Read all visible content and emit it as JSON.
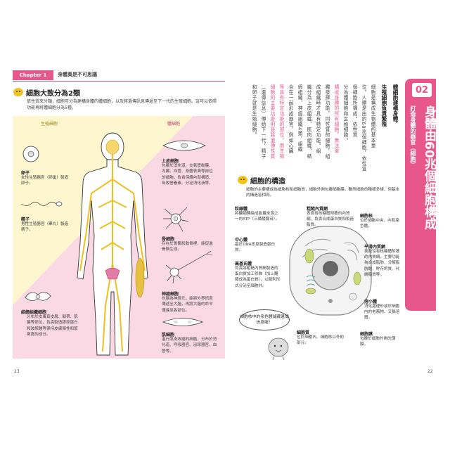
{
  "left_page": {
    "chapter_tab": "Chapter 1",
    "chapter_title": "身體真是不可思議",
    "section_title": "細胞大致分為2類",
    "intro": "依性質來分類，細胞可分為建構身體的體細胞，以及將遺傳訊息傳遞至下一代的生殖細胞。這可以依照功能再將體細胞分為5種。",
    "col_germ": "生殖細胞",
    "col_somatic": "體細胞",
    "labels": {
      "egg": "卵子",
      "egg_desc": "女性生殖器官（卵巢）製造卵子。",
      "sperm": "精子",
      "sperm_desc": "男性生殖器官（睪丸）製造精子。",
      "epithelial": "上皮細胞",
      "epithelial_desc": "包覆於消化道、支氣管黏膜、內臟、血管、身體表面等部位的細胞，負責保護內部構造、吸收營養素、分泌消化液等。",
      "bone": "骨細胞",
      "bone_desc": "存在於骨骼和軟骨裡，能促進骨骼生成。",
      "nerve": "神經細胞",
      "nerve_desc": "也稱為神經元，能將外界訊息傳遞至大腦，再將大腦的命令傳達至各部位。",
      "connective": "結締組織細胞",
      "connective_desc": "分布於皮膚真皮層、韌帶、肌腱等部位，負責製造膠原蛋白和玻尿酸等保持皮膚彈性和緊緻度的成分。",
      "muscle": "肌細胞",
      "muscle_desc": "進行肌肉收縮的細胞，分布於消化道、呼吸器官、泌尿器官、血管等。"
    },
    "page_number": "23"
  },
  "right_page": {
    "number": "02",
    "subtitle": "打造身體的器官（細胞）",
    "title": "身體由60兆個細胞構成",
    "vertical_heading_1": "體細胞建構身體，",
    "vertical_heading_2": "生殖細胞負責繁殖",
    "vertical_lines": [
      "細胞是構成生物體的基本單",
      "位。人體是由約60兆個細胞，依性質",
      "個細胞所構成。依性質",
      "分為體細胞和生殖細胞。",
      "構成身體的所有細胞，無法單",
      "獨發揮功能，同性質的細胞，組",
      "成組織時才具有特定功能。組",
      "織分為上皮組織、肌肉組織、結",
      "締組織、神經組織4類，組織",
      "合在一起形成器官，例如心臟",
      "等具有特定功能的部位。而生殖",
      "細胞的主要功能則是將遺傳性質",
      "（遺傳信息）傳給下一代，精子",
      "和卵子就是生殖細胞。"
    ],
    "section_title": "細胞的構造",
    "section_intro": "細胞的主要構成為細胞核和細胞質，細胞外側包覆細胞膜。雖然細胞的種類多樣，但基本的構造皆相同。",
    "labels": {
      "mito": "粒線體",
      "mito_desc": "將醣類轉換成能量來源之一的ATP（三磷酸腺苷）。",
      "golgi": "高基氏體",
      "golgi_desc": "負責將粗糙內質網製造的蛋白質加工修飾（加上醣類成為蛋白質），以順利形式分泌至細胞外。",
      "centriole": "中心體",
      "centriole_desc": "基於DNA訊息製造蛋白質。",
      "rough_er": "粗糙內質網",
      "rough_er_desc": "表面有核糖體附著的內質網，負責合成蛋白質和製造脂質。",
      "nucleus": "細胞核",
      "nucleus_desc": "位於細胞中央，內有染色體。",
      "smooth_er": "平滑內質網",
      "smooth_er_desc": "表面沒有核糖體附著的內質網，主要功能為合成脂肪、分解脂肪酸、貯存鈣質、代謝脂質等。",
      "lysosome": "溶小體",
      "lysosome_desc": "消化處理形成於細胞內的老舊物、又稱溶體。",
      "cytoplasm": "細胞質",
      "cytoplasm_desc": "位於細胞內、細胞核以外的部分。",
      "membrane": "細胞膜",
      "membrane_desc": "包覆於細胞外側的薄膜。"
    },
    "bubble": "細胞核中的染色體儲藏遺傳信息喔！",
    "page_number": "22"
  },
  "colors": {
    "accent": "#e8578a",
    "yellow_bg": "#fdf6cf",
    "pink_bg": "#fbd9e4",
    "nerve": "#f0c020"
  }
}
